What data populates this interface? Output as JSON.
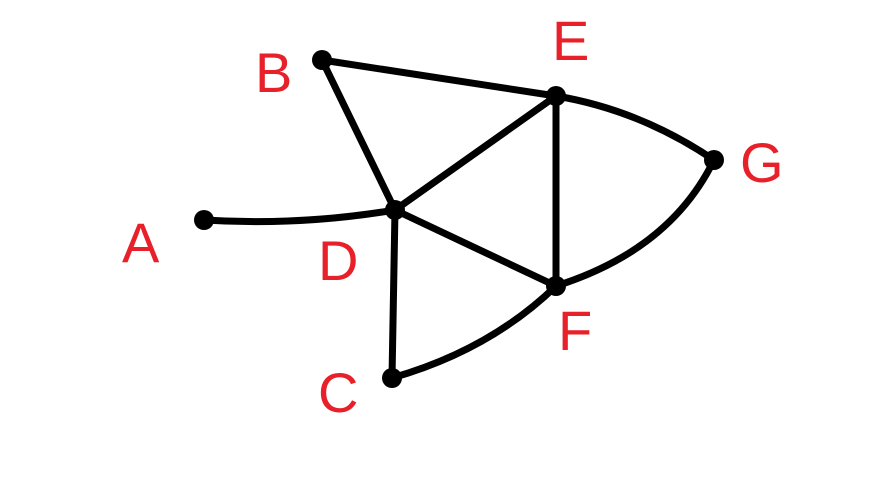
{
  "colors": {
    "edge": "#000000",
    "label": "#e8202a",
    "background": "#ffffff"
  },
  "nodes": [
    {
      "id": "A",
      "label": "A"
    },
    {
      "id": "B",
      "label": "B"
    },
    {
      "id": "C",
      "label": "C"
    },
    {
      "id": "D",
      "label": "D"
    },
    {
      "id": "E",
      "label": "E"
    },
    {
      "id": "F",
      "label": "F"
    },
    {
      "id": "G",
      "label": "G"
    }
  ],
  "edges": [
    [
      "B",
      "E"
    ],
    [
      "B",
      "D"
    ],
    [
      "A",
      "D"
    ],
    [
      "D",
      "E"
    ],
    [
      "D",
      "F"
    ],
    [
      "D",
      "C"
    ],
    [
      "E",
      "F"
    ],
    [
      "E",
      "G"
    ],
    [
      "F",
      "G"
    ],
    [
      "C",
      "F"
    ]
  ]
}
